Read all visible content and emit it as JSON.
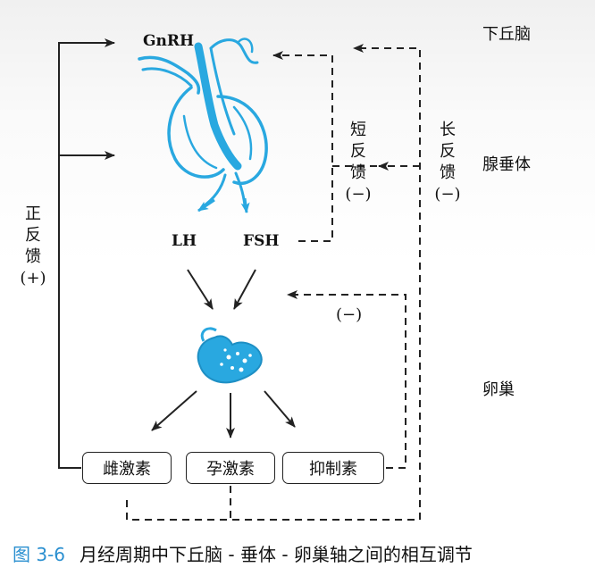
{
  "labels": {
    "gnrh": "GnRH",
    "lh": "LH",
    "fsh": "FSH"
  },
  "regions": {
    "hypothalamus": "下丘脑",
    "pituitary": "腺垂体",
    "ovary": "卵巢"
  },
  "feedback": {
    "positive": [
      "正",
      "反",
      "馈",
      "(+)"
    ],
    "short": [
      "短",
      "反",
      "馈",
      "(−)"
    ],
    "long": [
      "长",
      "反",
      "馈",
      "(−)"
    ],
    "ovary_neg": "(−)"
  },
  "hormones": {
    "estrogen": "雌激素",
    "progesterone": "孕激素",
    "inhibin": "抑制素"
  },
  "caption": {
    "number": "图 3-6",
    "text": "月经周期中下丘脑 - 垂体 - 卵巢轴之间的相互调节"
  },
  "colors": {
    "organ": "#29a8e0",
    "line": "#222222",
    "caption_number": "#2a8fd0"
  }
}
